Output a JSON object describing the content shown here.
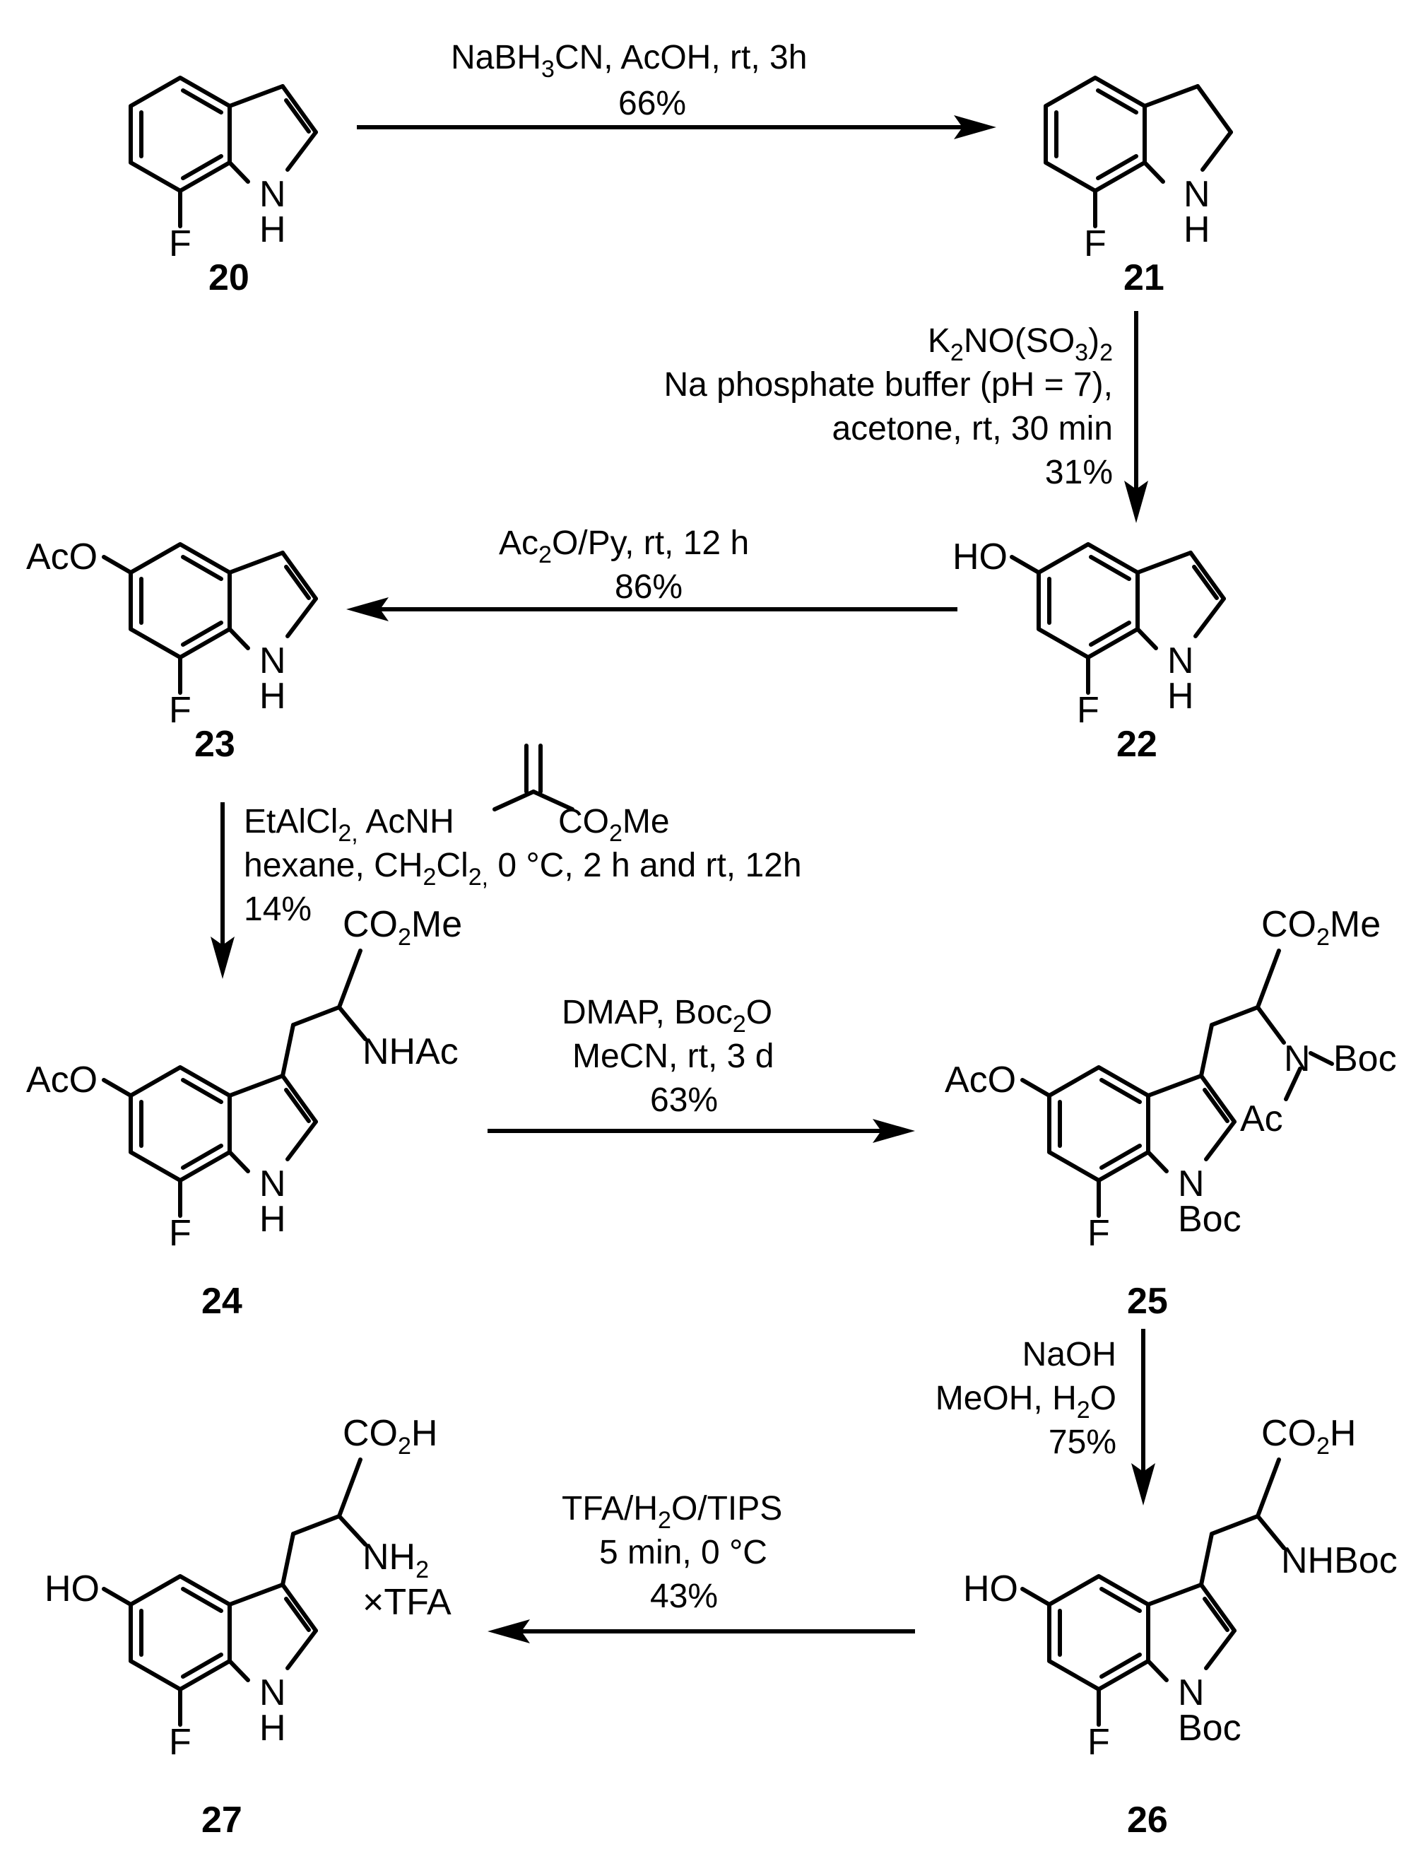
{
  "compounds": [
    {
      "id": "20",
      "label": "20",
      "substituents": {
        "F": "F",
        "NH": "N",
        "H": "H"
      }
    },
    {
      "id": "21",
      "label": "21",
      "substituents": {
        "F": "F",
        "NH": "N",
        "H": "H"
      }
    },
    {
      "id": "22",
      "label": "22",
      "substituents": {
        "HO": "HO",
        "F": "F",
        "NH": "N",
        "H": "H"
      }
    },
    {
      "id": "23",
      "label": "23",
      "substituents": {
        "AcO": "AcO",
        "F": "F",
        "NH": "N",
        "H": "H"
      }
    },
    {
      "id": "24",
      "label": "24",
      "substituents": {
        "AcO": "AcO",
        "F": "F",
        "NH": "N",
        "H": "H",
        "CO2Me": "CO",
        "NHAc": "NHAc"
      }
    },
    {
      "id": "25",
      "label": "25",
      "substituents": {
        "AcO": "AcO",
        "F": "F",
        "N": "N",
        "Boc": "Boc",
        "CO2Me": "CO",
        "NBoc": "N",
        "Boc2": "Boc",
        "Ac": "Ac"
      }
    },
    {
      "id": "26",
      "label": "26",
      "substituents": {
        "HO": "HO",
        "F": "F",
        "N": "N",
        "Boc": "Boc",
        "CO2H": "CO",
        "NHBoc": "NHBoc"
      }
    },
    {
      "id": "27",
      "label": "27",
      "substituents": {
        "HO": "HO",
        "F": "F",
        "NH": "N",
        "H": "H",
        "CO2H": "CO",
        "NH2": "NH",
        "TFA": "×TFA"
      }
    }
  ],
  "reactions": [
    {
      "from": "20",
      "to": "21",
      "conditions": [
        "NaBH3CN, AcOH, rt, 3h",
        "66%"
      ]
    },
    {
      "from": "21",
      "to": "22",
      "conditions": [
        "K2NO(SO3)2",
        "Na phosphate buffer (pH = 7),",
        "acetone, rt, 30 min",
        "31%"
      ]
    },
    {
      "from": "22",
      "to": "23",
      "conditions": [
        "Ac2O/Py, rt, 12 h",
        "86%"
      ]
    },
    {
      "from": "23",
      "to": "24",
      "conditions": [
        "EtAlCl2, AcNH",
        "CO2Me",
        "hexane, CH2Cl2, 0 °C, 2 h and rt, 12h",
        "14%"
      ]
    },
    {
      "from": "24",
      "to": "25",
      "conditions": [
        "DMAP, Boc2O",
        "MeCN, rt, 3 d",
        "63%"
      ]
    },
    {
      "from": "25",
      "to": "26",
      "conditions": [
        "NaOH",
        "MeOH, H2O",
        "75%"
      ]
    },
    {
      "from": "26",
      "to": "27",
      "conditions": [
        "TFA/H2O/TIPS",
        "5 min, 0 °C",
        "43%"
      ]
    }
  ],
  "text": {
    "r1_a": "NaBH",
    "r1_b": "3",
    "r1_c": "CN, AcOH, rt, 3h",
    "r1_yield": "66%",
    "r2_a": "K",
    "r2_b": "2",
    "r2_c": "NO(SO",
    "r2_d": "3",
    "r2_e": ")",
    "r2_f": "2",
    "r2_line2": "Na phosphate buffer (pH = 7),",
    "r2_line3": "acetone, rt, 30 min",
    "r2_yield": "31%",
    "r3_a": "Ac",
    "r3_b": "2",
    "r3_c": "O/Py,  rt, 12 h",
    "r3_yield": "86%",
    "r4_a": "EtAlCl",
    "r4_b": "2,",
    "r4_c": " AcNH",
    "r4_d": "CO",
    "r4_e": "2",
    "r4_f": "Me",
    "r4_l2a": "hexane, CH",
    "r4_l2b": "2",
    "r4_l2c": "Cl",
    "r4_l2d": "2,",
    "r4_l2e": " 0 °C, 2 h and rt, 12h",
    "r4_yield": "14%",
    "r5_a": "DMAP,  Boc",
    "r5_b": "2",
    "r5_c": "O",
    "r5_line2": "MeCN, rt, 3 d",
    "r5_yield": "63%",
    "r6_line1": "NaOH",
    "r6_a": "MeOH, H",
    "r6_b": "2",
    "r6_c": "O",
    "r6_yield": "75%",
    "r7_a": "TFA/H",
    "r7_b": "2",
    "r7_c": "O/TIPS",
    "r7_line2": "5 min, 0 °C",
    "r7_yield": "43%",
    "F": "F",
    "N": "N",
    "H": "H",
    "HO": "HO",
    "AcO": "AcO",
    "CO": "CO",
    "two": "2",
    "Me": "Me",
    "H_acid": "H",
    "NHAc": "NHAc",
    "NHBoc": "NHBoc",
    "Boc": "Boc",
    "Ac": "Ac",
    "NH": "NH",
    "TFA": "×TFA",
    "n20": "20",
    "n21": "21",
    "n22": "22",
    "n23": "23",
    "n24": "24",
    "n25": "25",
    "n26": "26",
    "n27": "27"
  }
}
